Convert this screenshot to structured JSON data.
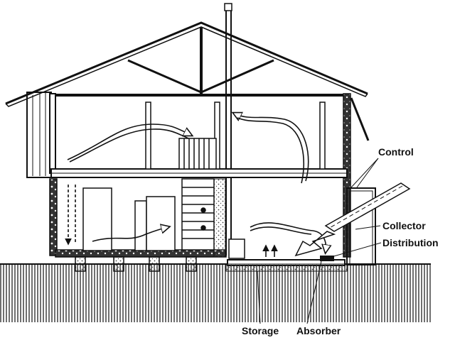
{
  "labels": {
    "control": "Control",
    "collector": "Collector",
    "distribution": "Distribution",
    "storage": "Storage",
    "absorber": "Absorber"
  },
  "colors": {
    "ink": "#111111",
    "paper": "#ffffff",
    "ground_hatch": "#222222",
    "stipple": "#555555"
  }
}
